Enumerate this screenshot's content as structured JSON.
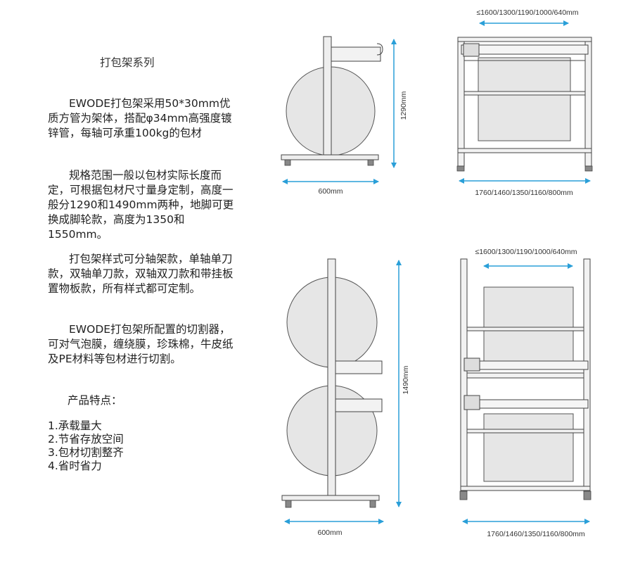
{
  "title": "打包架系列",
  "paragraphs": [
    "EWODE打包架采用50*30mm优质方管为架体，搭配φ34mm高强度镀锌管，每轴可承重100kg的包材",
    "规格范围一般以包材实际长度而定，可根据包材尺寸量身定制，高度一般分1290和1490mm两种，地脚可更换成脚轮款，高度为1350和1550mm。",
    "打包架样式可分轴架款，单轴单刀款，双轴单刀款，双轴双刀款和带挂板置物板款，所有样式都可定制。",
    "EWODE打包架所配置的切割器，可对气泡膜，缠绕膜，珍珠棉，牛皮纸及PE材料等包材进行切割。"
  ],
  "features_title": "产品特点：",
  "features": [
    "1.承载量大",
    "2.节省存放空间",
    "3.包材切割整齐",
    "4.省时省力"
  ],
  "diagrams": {
    "single_side": {
      "height_label": "1290mm",
      "width_label": "600mm"
    },
    "single_front": {
      "top_label": "≤1600/1300/1190/1000/640mm",
      "bottom_label": "1760/1460/1350/1160/800mm"
    },
    "double_side": {
      "height_label": "1490mm",
      "width_label": "600mm"
    },
    "double_front": {
      "top_label": "≤1600/1300/1190/1000/640mm",
      "bottom_label": "1760/1460/1350/1160/800mm"
    }
  },
  "colors": {
    "dimension_accent": "#2a9fd8",
    "frame_stroke": "#444444",
    "roll_fill": "#e6e6e6"
  }
}
